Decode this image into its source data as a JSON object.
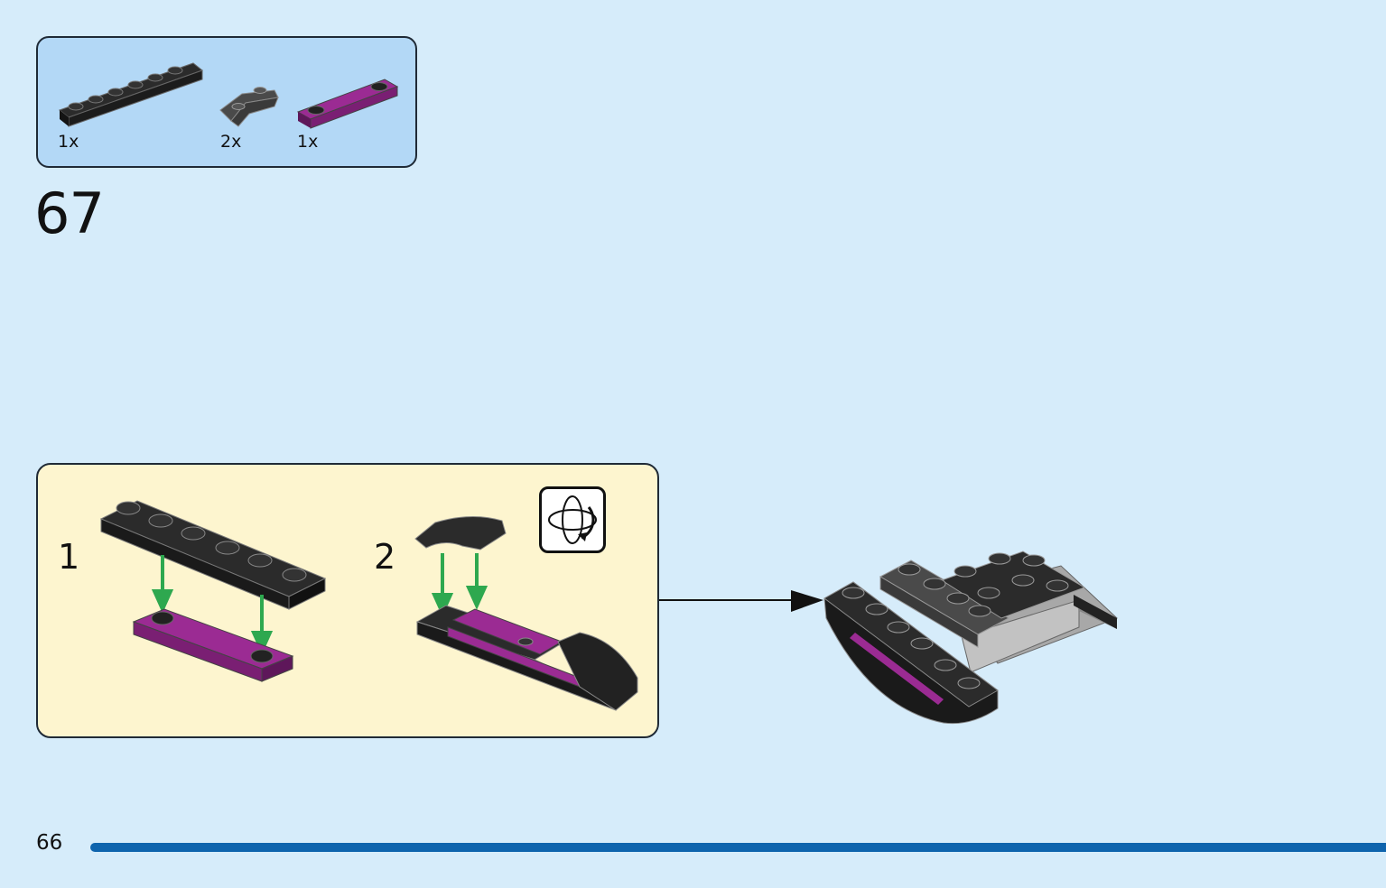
{
  "parts_list": {
    "items": [
      {
        "name": "plate-1x6-black",
        "quantity": "1x",
        "color": "#2b2b2b"
      },
      {
        "name": "curved-slope-dark-gray",
        "quantity": "2x",
        "color": "#4a4a4a"
      },
      {
        "name": "plate-1x4-purple",
        "quantity": "1x",
        "color": "#9b2b93"
      }
    ]
  },
  "step": {
    "number": "67"
  },
  "substeps": [
    {
      "number": "1"
    },
    {
      "number": "2"
    }
  ],
  "icons": {
    "rotate": "rotate-model-icon"
  },
  "colors": {
    "background": "#d6ecfa",
    "parts_box": "#b3d8f6",
    "substep_box": "#fdf5cf",
    "arrow_green": "#2ea84f",
    "purple": "#9b2b93",
    "page_bar": "#0e64ad"
  },
  "page": {
    "number": "66"
  }
}
